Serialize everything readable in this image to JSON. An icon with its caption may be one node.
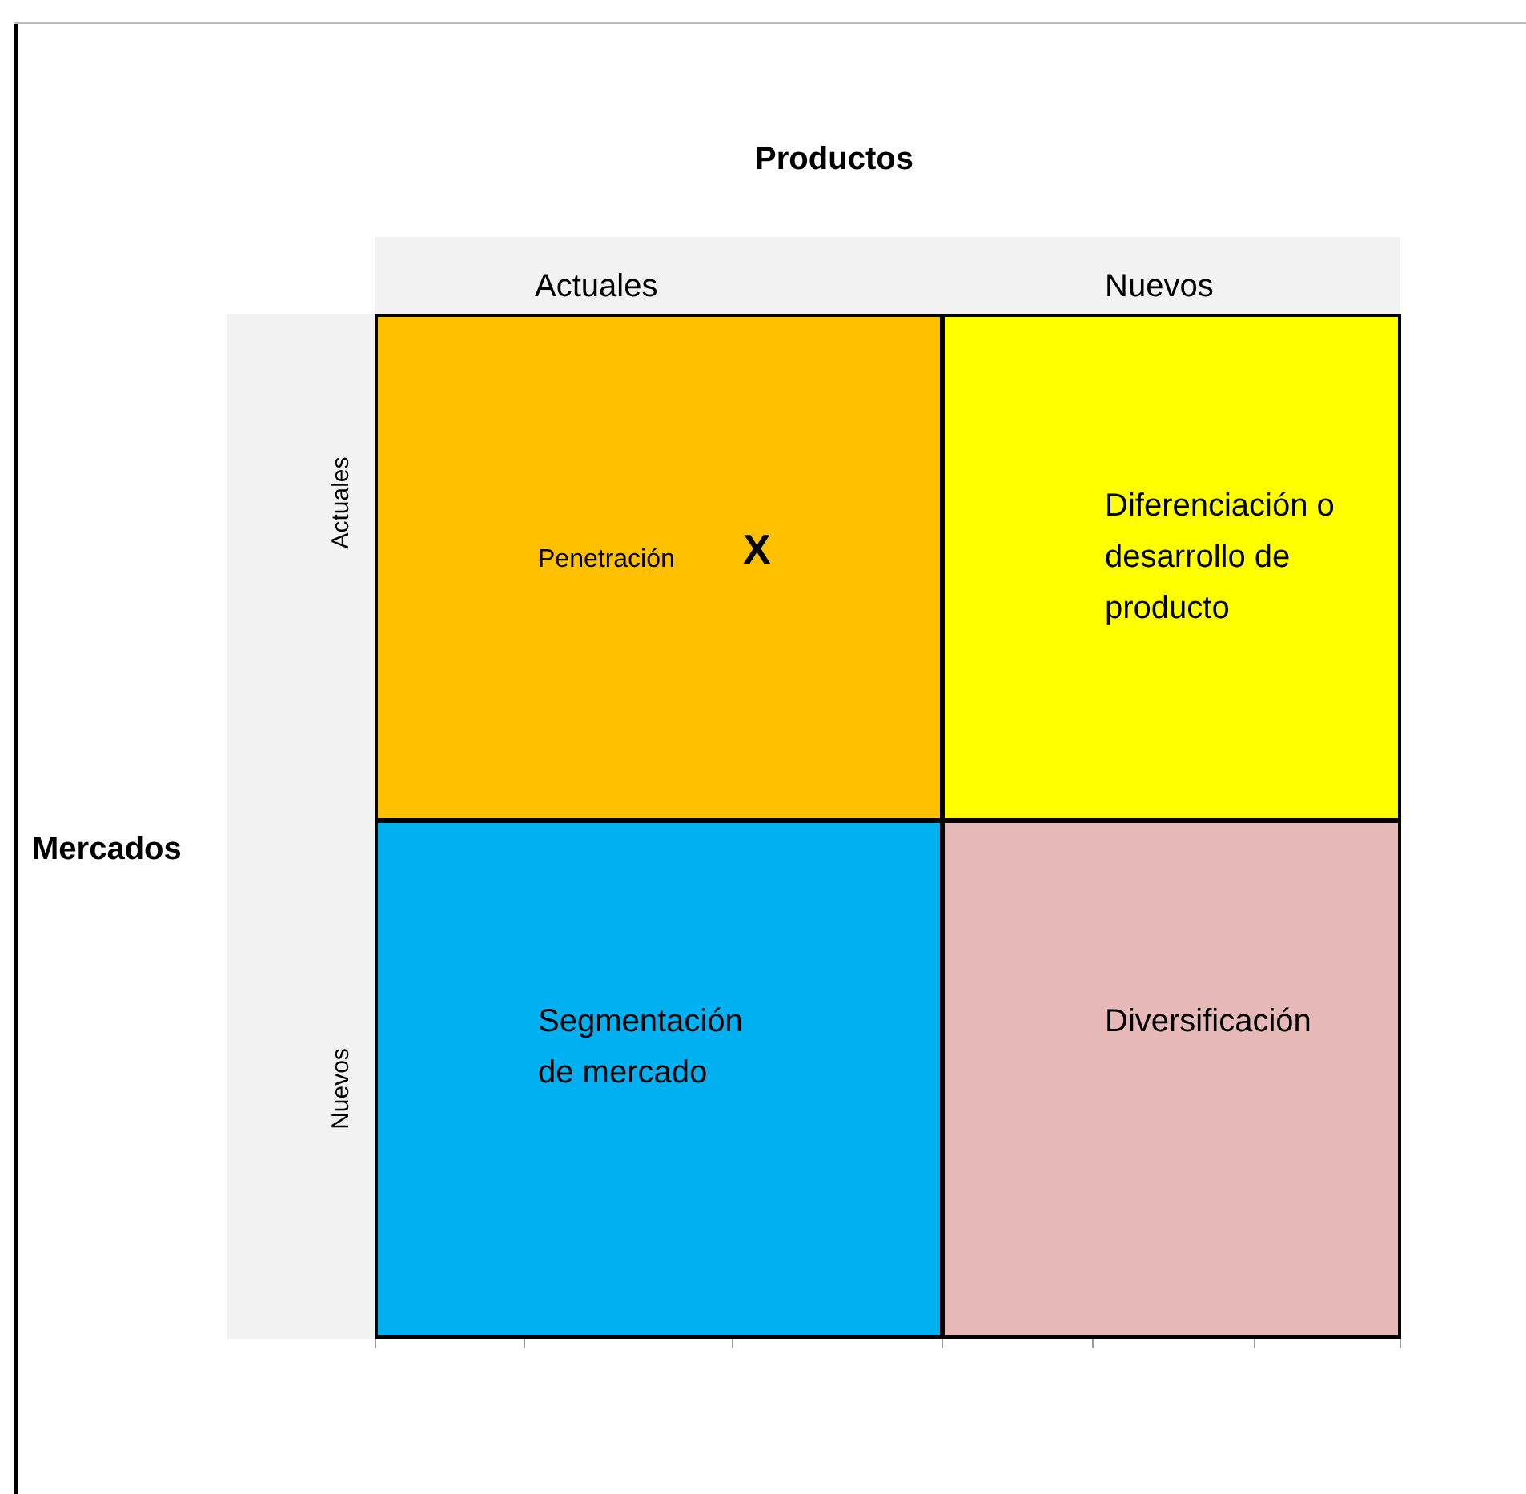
{
  "diagram": {
    "nodes": [
      {
        "text": [
          "Actuales",
          "Nuevos"
        ]
      },
      {
        "text": [
          "Actuales",
          "Nuevos"
        ]
      },
      {
        "text": [
          "Penetración",
          "X"
        ]
      },
      {
        "text": [
          "Diferenciación o desarrollo de producto"
        ]
      },
      {
        "text": [
          "Segmentación de mercado"
        ]
      },
      {
        "text": [
          "Diversificación"
        ]
      }
    ],
    "edges": [],
    "labels": [
      "Productos",
      "Mercados"
    ]
  }
}
